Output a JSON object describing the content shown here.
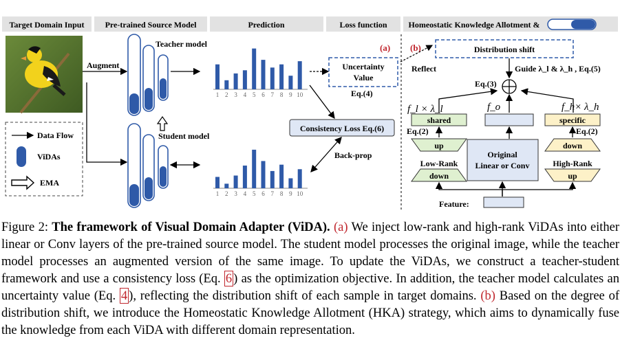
{
  "headers": {
    "input": "Target Domain Input",
    "pretrained": "Pre-trained  Source Model",
    "prediction": "Prediction",
    "loss": "Loss function",
    "hka": "Homeostatic Knowledge Allotment &"
  },
  "panel_a": {
    "tag": "(a)",
    "augment": "Augment",
    "teacher": "Teacher model",
    "student": "Student model",
    "uncertainty_line1": "Uncertainty",
    "uncertainty_line2": "Value",
    "eq4": "Eq.(4)",
    "consistency": "Consistency Loss Eq.(6)",
    "backprop": "Back-prop",
    "legend": {
      "data_flow": "Data Flow",
      "vidas": "ViDAs",
      "ema": "EMA"
    }
  },
  "panel_b": {
    "tag": "(b)",
    "dist_shift": "Distribution shift",
    "reflect": "Reflect",
    "guide": "Guide λ_l & λ_h , Eq.(5)",
    "eq3": "Eq.(3)",
    "fl": "f_l × λ_l",
    "fo": "f_o",
    "fh": "f_h× λ_h",
    "shared": "shared",
    "specific": "specific",
    "eq2_left": "Eq.(2)",
    "eq2_right": "Eq.(2)",
    "up_left": "up",
    "down_left": "down",
    "low_rank": "Low-Rank",
    "original_line1": "Original",
    "original_line2": "Linear or Conv",
    "down_right": "down",
    "up_right": "up",
    "high_rank": "High-Rank",
    "feature": "Feature:"
  },
  "chart_data": [
    {
      "type": "bar",
      "title": "",
      "categories": [
        "1",
        "2",
        "3",
        "4",
        "5",
        "6",
        "7",
        "8",
        "9",
        "10"
      ],
      "values": [
        0.55,
        0.2,
        0.35,
        0.42,
        0.9,
        0.65,
        0.48,
        0.55,
        0.3,
        0.62
      ],
      "series_color": "#2f5aa8"
    },
    {
      "type": "bar",
      "title": "",
      "categories": [
        "1",
        "2",
        "3",
        "4",
        "5",
        "6",
        "7",
        "8",
        "9",
        "10"
      ],
      "values": [
        0.25,
        0.1,
        0.28,
        0.5,
        0.85,
        0.6,
        0.38,
        0.52,
        0.22,
        0.42
      ],
      "series_color": "#2f5aa8"
    }
  ],
  "caption": {
    "figure_label": "Figure 2:",
    "title": "The framework of Visual Domain Adapter (ViDA).",
    "a_tag": "(a)",
    "part1": "We inject low-rank and high-rank ViDAs into either linear or Conv layers of the pre-trained source model. The student model processes the original image, while the teacher model processes an augmented version of the same image. To update the ViDAs, we construct a teacher-student framework and use a consistency loss (Eq.",
    "ref6": "6",
    "part2": ") as the optimization objective. In addition, the teacher model calculates an uncertainty value (Eq.",
    "ref4": "4",
    "part3": "), reflecting the distribution shift of each sample in target domains.",
    "b_tag": "(b)",
    "part4": "Based on the degree of distribution shift, we introduce the Homeostatic Knowledge Allotment (HKA) strategy, which aims to dynamically fuse the knowledge from each ViDA with different domain representation."
  },
  "colors": {
    "blue": "#2f5aa8",
    "red": "#c0262d",
    "header": "#e2e2e2",
    "green": "#dff0d0",
    "yellow": "#fdf1c8",
    "lightblue": "#dfe7f5"
  }
}
